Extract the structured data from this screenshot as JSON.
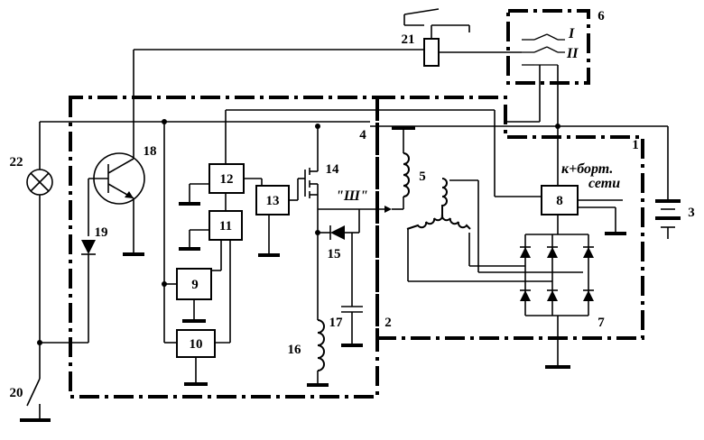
{
  "labels": {
    "n1": "1",
    "n2": "2",
    "n3": "3",
    "n4": "4",
    "n5": "5",
    "n6": "6",
    "n7": "7",
    "n8": "8",
    "n9": "9",
    "n10": "10",
    "n11": "11",
    "n12": "12",
    "n13": "13",
    "n14": "14",
    "n15": "15",
    "n16": "16",
    "n17": "17",
    "n18": "18",
    "n19": "19",
    "n20": "20",
    "n21": "21",
    "n22": "22",
    "terminal_sh": "\"Ш\"",
    "roman_I": "I",
    "roman_II": "II",
    "to_line1": "к+борт.",
    "to_line2": "сети"
  }
}
